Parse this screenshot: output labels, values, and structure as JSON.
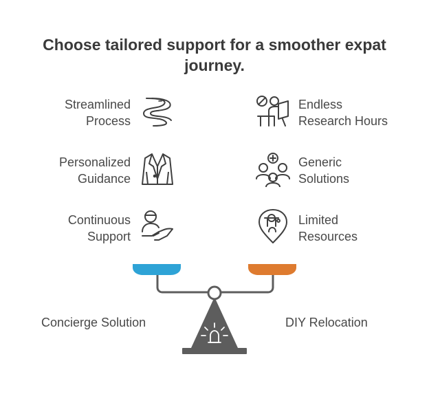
{
  "title": {
    "line1": "Choose tailored support for a smoother expat",
    "line2": "journey."
  },
  "left_items": [
    {
      "line1": "Streamlined",
      "line2": "Process",
      "icon": "winding-road-icon"
    },
    {
      "line1": "Personalized",
      "line2": "Guidance",
      "icon": "suit-jacket-icon"
    },
    {
      "line1": "Continuous",
      "line2": "Support",
      "icon": "helping-hand-person-icon"
    }
  ],
  "right_items": [
    {
      "line1": "Endless",
      "line2": "Research Hours",
      "icon": "person-reading-icon"
    },
    {
      "line1": "Generic",
      "line2": "Solutions",
      "icon": "people-group-icon"
    },
    {
      "line1": "Limited",
      "line2": "Resources",
      "icon": "location-pin-person-icon"
    }
  ],
  "scale": {
    "left_label": "Concierge Solution",
    "right_label": "DIY Relocation",
    "left_color": "#2ea3d6",
    "right_color": "#de7b2f",
    "base_color": "#5d5d5d"
  }
}
